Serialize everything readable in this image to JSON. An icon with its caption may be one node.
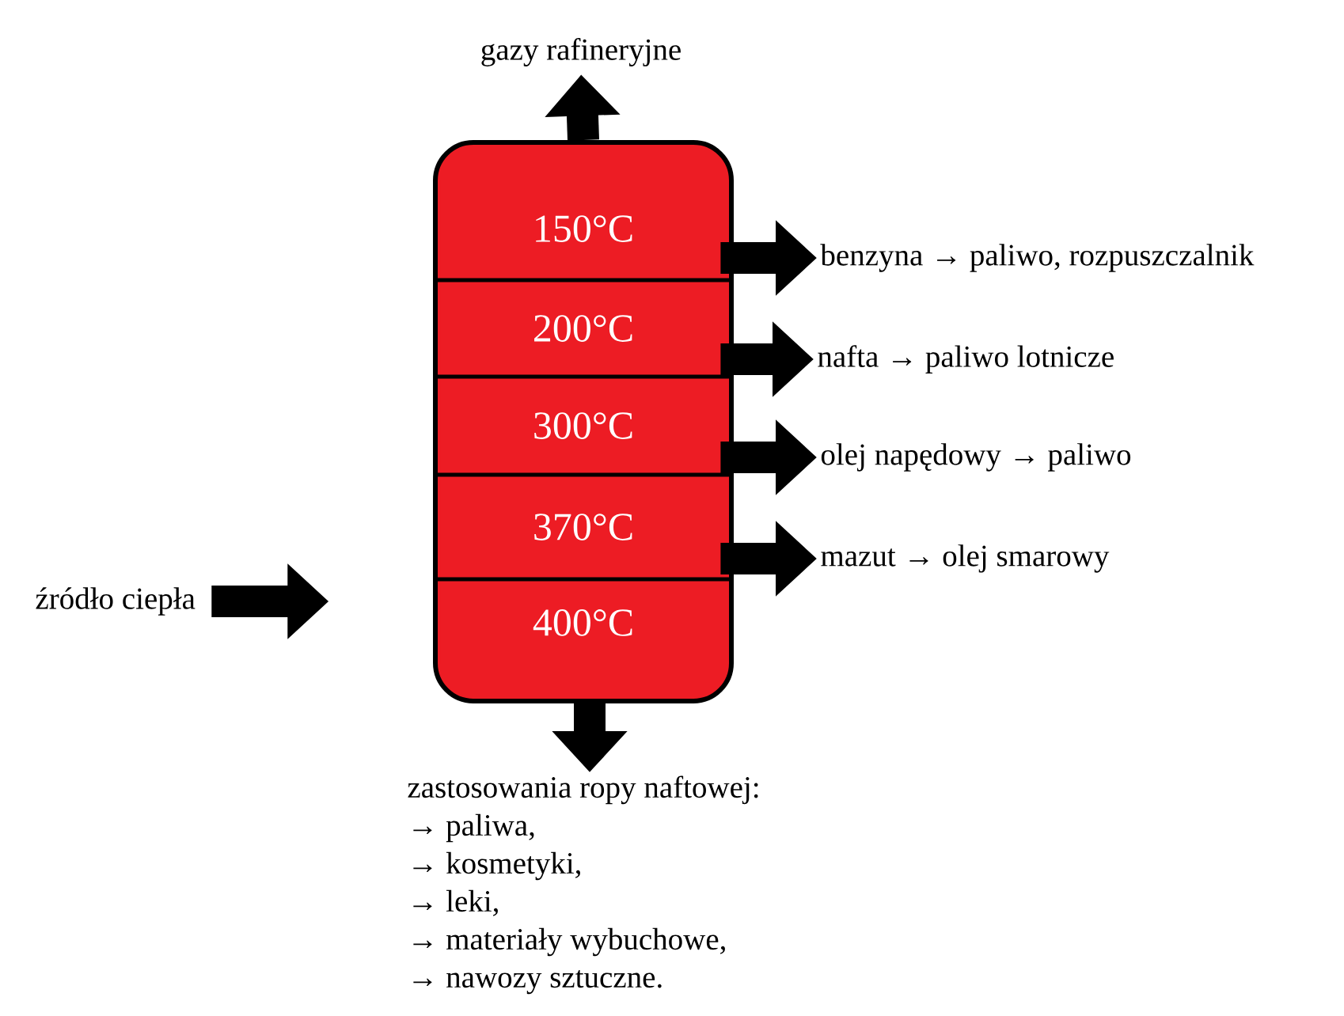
{
  "diagram": {
    "nodes": [
      {
        "text": [],
        "shape": "box"
      },
      {
        "text": [
          "150°C"
        ],
        "in": 0
      },
      {
        "text": [
          "200°C"
        ],
        "in": 0
      },
      {
        "text": [
          "300°C"
        ],
        "in": 0
      },
      {
        "text": [
          "370°C"
        ],
        "in": 0
      },
      {
        "text": [
          "400°C"
        ],
        "in": 0
      },
      {
        "text": [
          "gazy rafineryjne"
        ]
      },
      {
        "text": [
          "benzyna → paliwo, rozpuszczalnik"
        ]
      },
      {
        "text": [
          "nafta → paliwo lotnicze"
        ]
      },
      {
        "text": [
          "olej napędowy → paliwo"
        ]
      },
      {
        "text": [
          "mazut → olej smarowy"
        ]
      },
      {
        "text": [
          "źródło ciepła"
        ]
      },
      {
        "text": [
          "zastosowania ropy naftowej:",
          "→ paliwa,",
          "→ kosmetyki,",
          "→ leki,",
          "→ materiały wybuchowe,",
          "→ nawozy sztuczne."
        ]
      }
    ],
    "edges": [
      {
        "from": 0,
        "to": 6,
        "arrow": "to"
      },
      {
        "from": 1,
        "to": 7,
        "arrow": "to"
      },
      {
        "from": 2,
        "to": 8,
        "arrow": "to"
      },
      {
        "from": 3,
        "to": 9,
        "arrow": "to"
      },
      {
        "from": 4,
        "to": 10,
        "arrow": "to"
      },
      {
        "from": 11,
        "to": null,
        "arrow": "to"
      },
      {
        "from": 0,
        "to": 12,
        "arrow": "to"
      }
    ]
  }
}
